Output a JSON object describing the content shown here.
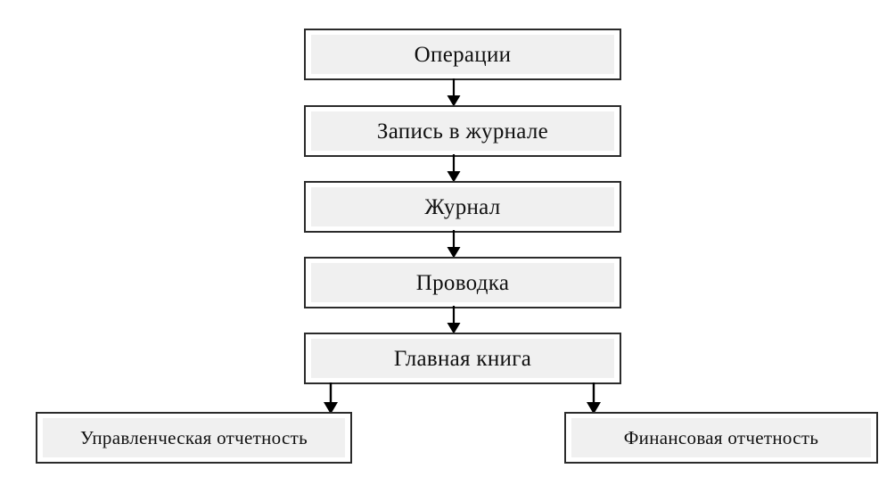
{
  "diagram": {
    "type": "flowchart",
    "orientation": "top-to-bottom",
    "language": "ru",
    "background_color": "#ffffff",
    "node_border_color": "#2b2b2b",
    "node_fill_color": "#f0f0f0",
    "connector_color": "#000000",
    "nodes": [
      {
        "id": "operations",
        "label": "Операции"
      },
      {
        "id": "journal-entry",
        "label": "Запись в журнале"
      },
      {
        "id": "journal",
        "label": "Журнал"
      },
      {
        "id": "posting",
        "label": "Проводка"
      },
      {
        "id": "general-ledger",
        "label": "Главная книга"
      },
      {
        "id": "management-reporting",
        "label": "Управленческая отчетность"
      },
      {
        "id": "financial-reporting",
        "label": "Финансовая отчетность"
      }
    ],
    "connectors": [
      {
        "id": "operations-to-journal-entry",
        "from": "operations",
        "to": "journal-entry",
        "arrow": "down"
      },
      {
        "id": "journal-entry-to-journal",
        "from": "journal-entry",
        "to": "journal",
        "arrow": "down"
      },
      {
        "id": "journal-to-posting",
        "from": "journal",
        "to": "posting",
        "arrow": "down"
      },
      {
        "id": "posting-to-general-ledger",
        "from": "posting",
        "to": "general-ledger",
        "arrow": "down"
      },
      {
        "id": "general-ledger-to-management-reporting",
        "from": "general-ledger",
        "to": "management-reporting",
        "arrow": "down"
      },
      {
        "id": "general-ledger-to-financial-reporting",
        "from": "general-ledger",
        "to": "financial-reporting",
        "arrow": "down"
      }
    ]
  }
}
